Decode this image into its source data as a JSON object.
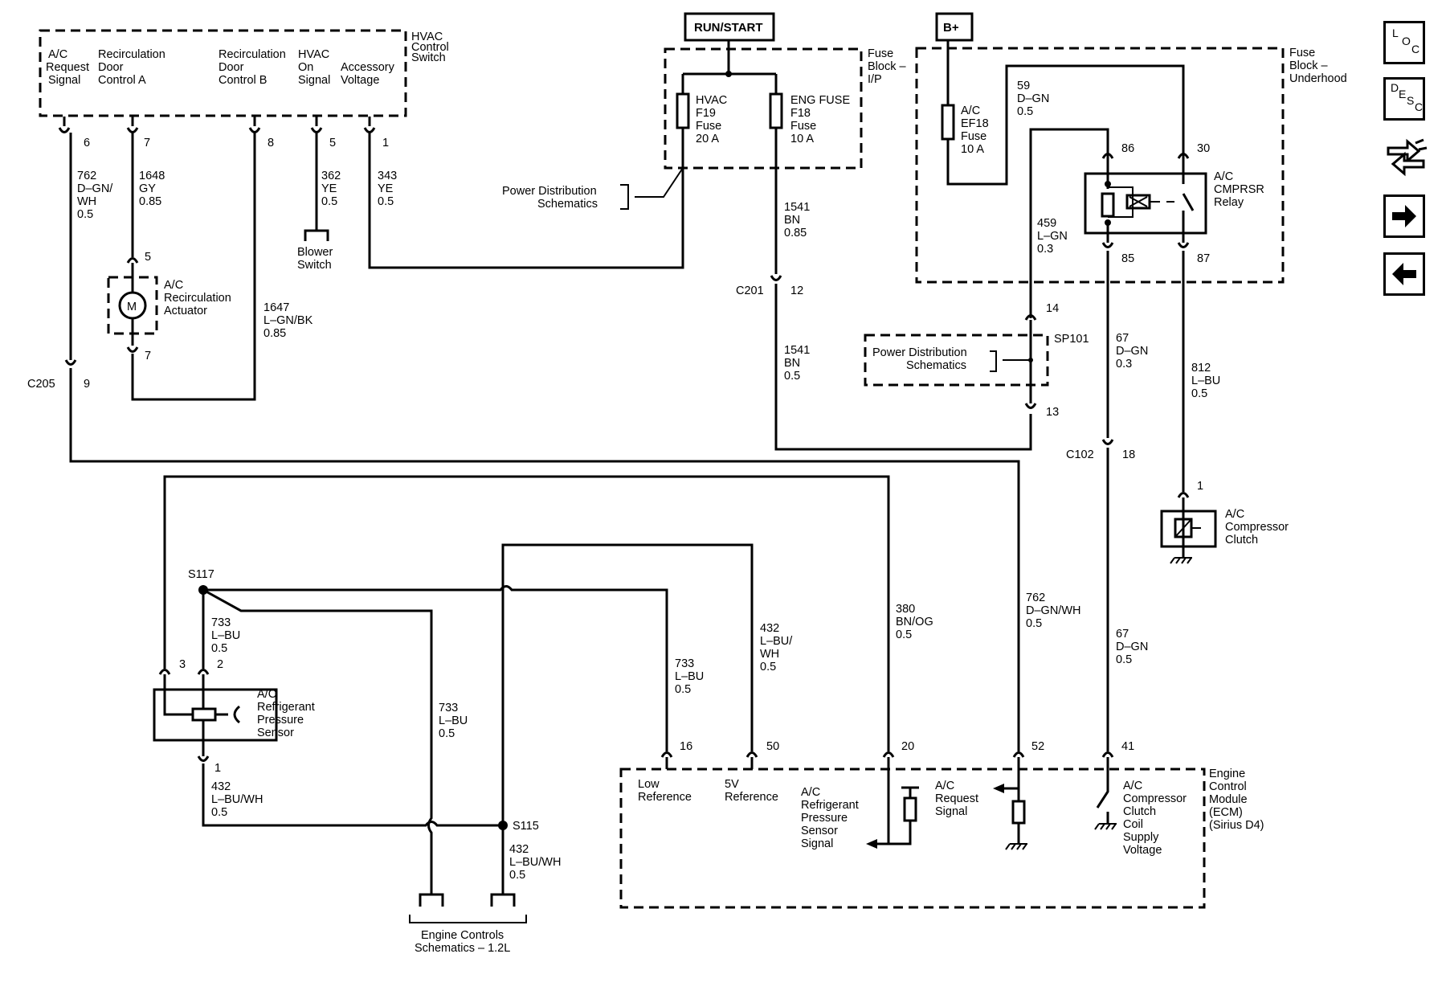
{
  "nav": {
    "loc": [
      "L",
      "O",
      "C"
    ],
    "desc": [
      "D",
      "E",
      "S",
      "C"
    ],
    "icons": [
      "loc-icon",
      "desc-icon",
      "connector-icon",
      "next-arrow-icon",
      "prev-arrow-icon"
    ]
  },
  "power": {
    "run_start": "RUN/START",
    "bplus": "B+"
  },
  "hvac_switch": {
    "title": [
      "HVAC",
      "Control",
      "Switch"
    ],
    "pins": [
      {
        "label": [
          "A/C",
          "Request",
          "Signal"
        ],
        "pin": "6",
        "wire": [
          "762",
          "D–GN/",
          "WH",
          "0.5"
        ]
      },
      {
        "label": [
          "Recirculation",
          "Door",
          "Control A"
        ],
        "pin": "7",
        "wire": [
          "1648",
          "GY",
          "0.85"
        ]
      },
      {
        "label": [
          "Recirculation",
          "Door",
          "Control B"
        ],
        "pin": "8",
        "wire": [
          "1647",
          "L–GN/BK",
          "0.85"
        ]
      },
      {
        "label": [
          "HVAC",
          "On",
          "Signal"
        ],
        "pin": "5",
        "wire": [
          "362",
          "YE",
          "0.5"
        ]
      },
      {
        "label": [
          "Accessory",
          "Voltage"
        ],
        "pin": "1",
        "wire": [
          "343",
          "YE",
          "0.5"
        ]
      }
    ]
  },
  "blower_switch": [
    "Blower",
    "Switch"
  ],
  "recirc_actuator": {
    "label": [
      "A/C",
      "Recirculation",
      "Actuator"
    ],
    "pin_top": "5",
    "pin_bottom": "7",
    "motor": "M"
  },
  "c205": {
    "name": "C205",
    "pin": "9"
  },
  "fuse_ip": {
    "title": [
      "Fuse",
      "Block –",
      "I/P"
    ],
    "fuse1": [
      "HVAC",
      "F19",
      "Fuse",
      "20 A"
    ],
    "fuse2": [
      "ENG FUSE",
      "F18",
      "Fuse",
      "10 A"
    ]
  },
  "power_dist_1": [
    "Power Distribution",
    "Schematics"
  ],
  "wire_1541a": [
    "1541",
    "BN",
    "0.85"
  ],
  "c201": {
    "name": "C201",
    "pin": "12"
  },
  "wire_1541b": [
    "1541",
    "BN",
    "0.5"
  ],
  "fuse_uh": {
    "title": [
      "Fuse",
      "Block –",
      "Underhood"
    ],
    "fuse": [
      "A/C",
      "EF18",
      "Fuse",
      "10 A"
    ],
    "wire59": [
      "59",
      "D–GN",
      "0.5"
    ],
    "relay": [
      "A/C",
      "CMPRSR",
      "Relay"
    ],
    "pins": {
      "p86": "86",
      "p30": "30",
      "p85": "85",
      "p87": "87"
    }
  },
  "wire_459": [
    "459",
    "L–GN",
    "0.3"
  ],
  "sp101": {
    "name": "SP101",
    "pin_top": "14",
    "pin_bottom": "13",
    "label": [
      "Power Distribution",
      "Schematics"
    ]
  },
  "wire_67a": [
    "67",
    "D–GN",
    "0.3"
  ],
  "wire_812": [
    "812",
    "L–BU",
    "0.5"
  ],
  "c102": {
    "name": "C102",
    "pin": "18"
  },
  "compressor_clutch": {
    "pin": "1",
    "label": [
      "A/C",
      "Compressor",
      "Clutch"
    ]
  },
  "s117": "S117",
  "s115": "S115",
  "pressure_sensor": {
    "label": [
      "A/C",
      "Refrigerant",
      "Pressure",
      "Sensor"
    ],
    "pin3": "3",
    "pin2": "2",
    "pin1": "1"
  },
  "wire_733a": [
    "733",
    "L–BU",
    "0.5"
  ],
  "wire_432a": [
    "432",
    "L–BU/WH",
    "0.5"
  ],
  "wire_733b": [
    "733",
    "L–BU",
    "0.5"
  ],
  "wire_432b": [
    "432",
    "L–BU/WH",
    "0.5"
  ],
  "wire_733c": [
    "733",
    "L–BU",
    "0.5"
  ],
  "wire_432c": [
    "432",
    "L–BU/",
    "WH",
    "0.5"
  ],
  "wire_380": [
    "380",
    "BN/OG",
    "0.5"
  ],
  "wire_762b": [
    "762",
    "D–GN/WH",
    "0.5"
  ],
  "wire_67b": [
    "67",
    "D–GN",
    "0.5"
  ],
  "engine_controls": [
    "Engine Controls",
    "Schematics – 1.2L"
  ],
  "ecm": {
    "title": [
      "Engine",
      "Control",
      "Module",
      "(ECM)",
      "(Sirius D4)"
    ],
    "pins": {
      "p16": "16",
      "p50": "50",
      "p20": "20",
      "p52": "52",
      "p41": "41"
    },
    "low_ref": [
      "Low",
      "Reference"
    ],
    "ref5v": [
      "5V",
      "Reference"
    ],
    "sensor_signal": [
      "A/C",
      "Refrigerant",
      "Pressure",
      "Sensor",
      "Signal"
    ],
    "request_signal": [
      "A/C",
      "Request",
      "Signal"
    ],
    "clutch_supply": [
      "A/C",
      "Compressor",
      "Clutch",
      "Coil",
      "Supply",
      "Voltage"
    ]
  }
}
